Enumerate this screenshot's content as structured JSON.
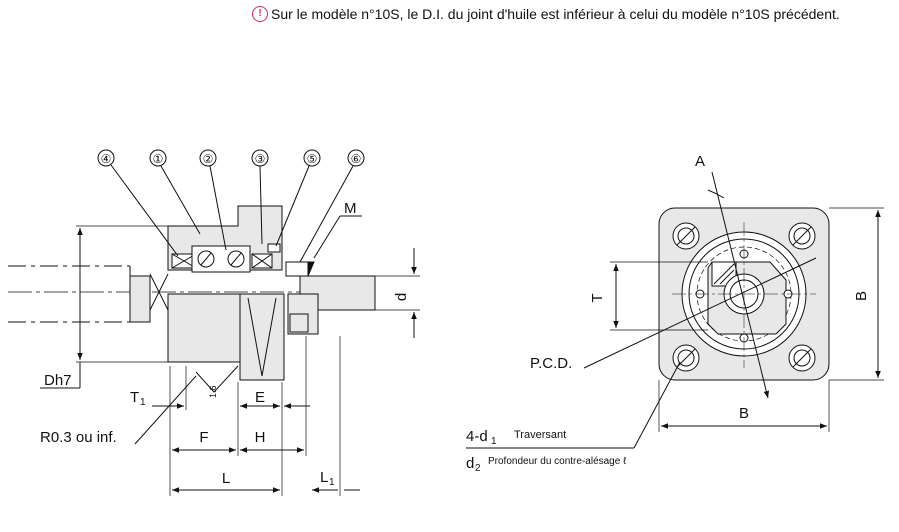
{
  "note": {
    "icon": "exclamation-circle-icon",
    "text": "Sur le modèle n°10S, le D.I. du joint d'huile est inférieur à celui du modèle n°10S précédent."
  },
  "side_view": {
    "callouts": [
      "④",
      "①",
      "②",
      "③",
      "⑤",
      "⑥"
    ],
    "labels": {
      "M": "M",
      "d": "d",
      "Dh7": "Dh7",
      "T1": "T",
      "T1_sub": "1",
      "E": "E",
      "F": "F",
      "H": "H",
      "L": "L",
      "L1": "L",
      "L1_sub": "1",
      "roughness": "1.6",
      "R03": "R0.3 ou inf."
    }
  },
  "front_view": {
    "labels": {
      "A": "A",
      "T": "T",
      "B_right": "B",
      "B_bottom": "B",
      "PCD": "P.C.D.",
      "holes": "4-d",
      "holes_sub": "1",
      "holes_note": "Traversant",
      "cbore": "d",
      "cbore_sub": "2",
      "cbore_note": "Profondeur du contre-alésage ℓ"
    }
  },
  "colors": {
    "line": "#111111",
    "fill": "#e8e8e8",
    "warning": "#d02a6a"
  }
}
